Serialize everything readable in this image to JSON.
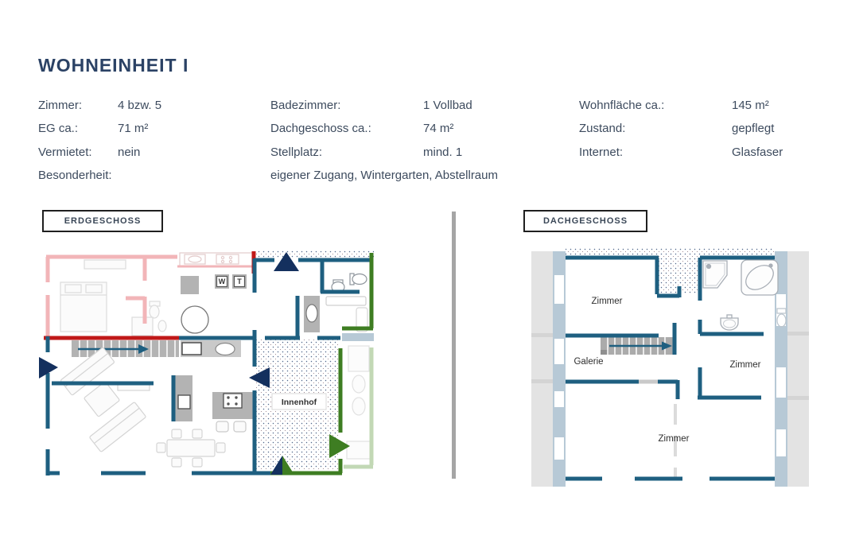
{
  "page": {
    "title": "WOHNEINHEIT I"
  },
  "info": {
    "col1": {
      "r1": {
        "label": "Zimmer:",
        "value": "4 bzw. 5"
      },
      "r2": {
        "label": "EG ca.:",
        "value": "71 m²"
      },
      "r3": {
        "label": "Vermietet:",
        "value": "nein"
      },
      "r4": {
        "label": "Besonderheit:"
      }
    },
    "col2": {
      "r1": {
        "label": "Badezimmer:",
        "value": "1 Vollbad"
      },
      "r2": {
        "label": "Dachgeschoss ca.:",
        "value": "74 m²"
      },
      "r3": {
        "label": "Stellplatz:",
        "value": "mind. 1"
      },
      "r4": {
        "value": "eigener Zugang, Wintergarten, Abstellraum"
      }
    },
    "col3": {
      "r1": {
        "label": "Wohnfläche ca.:",
        "value": "145 m²"
      },
      "r2": {
        "label": "Zustand:",
        "value": "gepflegt"
      },
      "r3": {
        "label": "Internet:",
        "value": "Glasfaser"
      }
    }
  },
  "plans": {
    "erdgeschoss": {
      "heading": "ERDGESCHOSS",
      "labels": {
        "courtyard": "Innenhof",
        "washer": "W",
        "dryer": "T"
      }
    },
    "dachgeschoss": {
      "heading": "DACHGESCHOSS",
      "labels": {
        "room_top_left": "Zimmer",
        "gallery": "Galerie",
        "room_middle_right": "Zimmer",
        "room_bottom": "Zimmer"
      }
    }
  },
  "colors": {
    "title": "#2B4265",
    "body_text": "#3D4B5E",
    "wall_teal": "#1E5F80",
    "unit_boundary_red": "#C01818",
    "neighbor_pink": "#F2B5B8",
    "entrance_navy": "#14305E",
    "garden_green": "#3E7D22",
    "neighbor_green_faded": "#C2D8B5",
    "stairs_gray": "#B3B3B3",
    "band_gray": "#E3E3E3",
    "window_strip_blue": "#B7C9D6"
  }
}
